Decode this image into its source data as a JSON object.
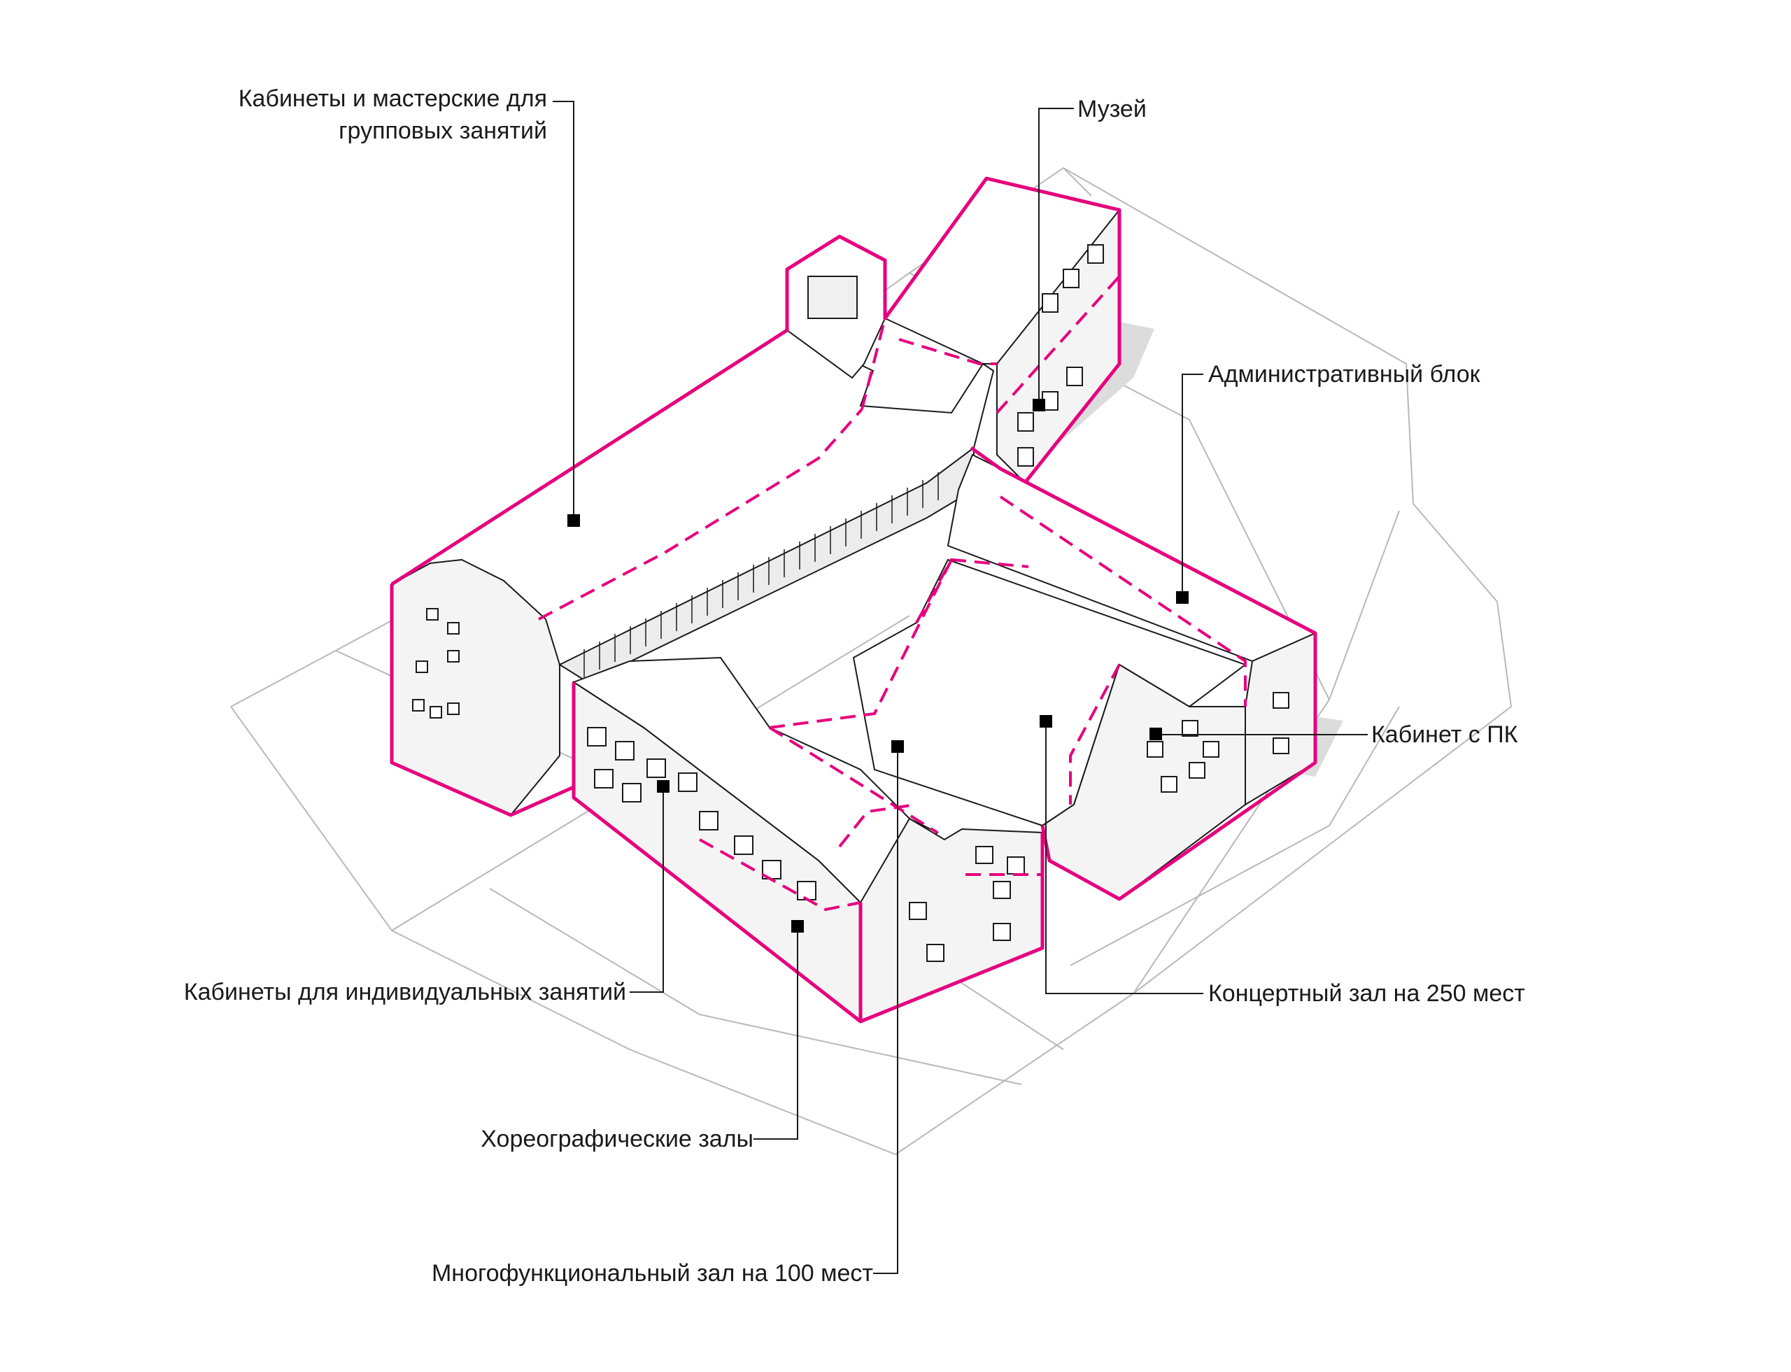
{
  "colors": {
    "accent": "#e6007e",
    "line": "#1a1a1a",
    "site": "#b8b8b8",
    "shadow": "#dcdcdc",
    "wall": "#f4f4f4"
  },
  "labels": {
    "group_classrooms_line1": "Кабинеты и мастерские для",
    "group_classrooms_line2": "групповых занятий",
    "museum": "Музей",
    "admin_block": "Административный блок",
    "pc_room": "Кабинет с ПК",
    "concert_hall": "Концертный зал на 250 мест",
    "individual_classrooms": "Кабинеты для индивидуальных занятий",
    "choreography_halls": "Хореографические залы",
    "multifunctional_hall": "Многофункциональный зал на 100 мест"
  }
}
